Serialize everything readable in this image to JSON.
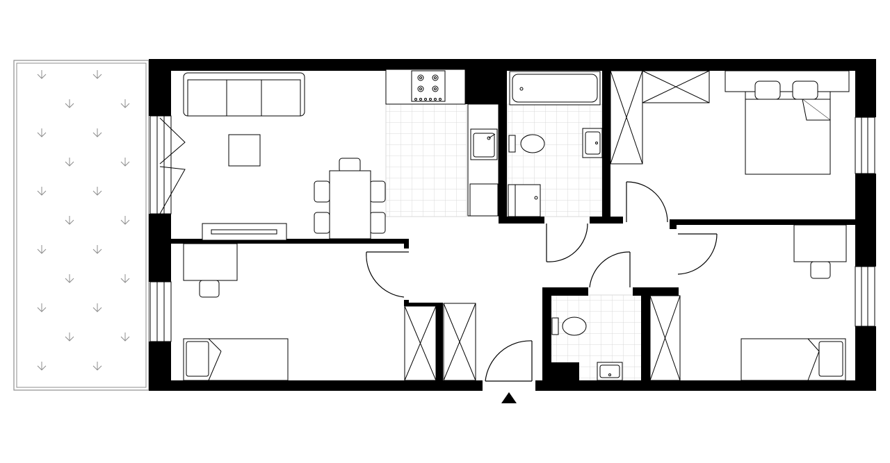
{
  "plan": {
    "style": {
      "wall_color": "#000000",
      "line_color": "#000000",
      "fill_color": "#ffffff",
      "tile_color": "#d9d9d9",
      "balcony_line_color": "#8c8c8c",
      "background": "#ffffff"
    },
    "rooms": [
      {
        "id": "balcony",
        "type": "balcony"
      },
      {
        "id": "living-room",
        "type": "living room with dining area"
      },
      {
        "id": "kitchen",
        "type": "kitchen"
      },
      {
        "id": "bathroom",
        "type": "bathroom"
      },
      {
        "id": "master-bedroom",
        "type": "bedroom"
      },
      {
        "id": "bedroom-west",
        "type": "bedroom"
      },
      {
        "id": "hallway",
        "type": "hallway"
      },
      {
        "id": "wc",
        "type": "toilet"
      },
      {
        "id": "bedroom-east",
        "type": "bedroom"
      }
    ],
    "entrance": {
      "marker": "entrance-arrow-icon"
    }
  }
}
